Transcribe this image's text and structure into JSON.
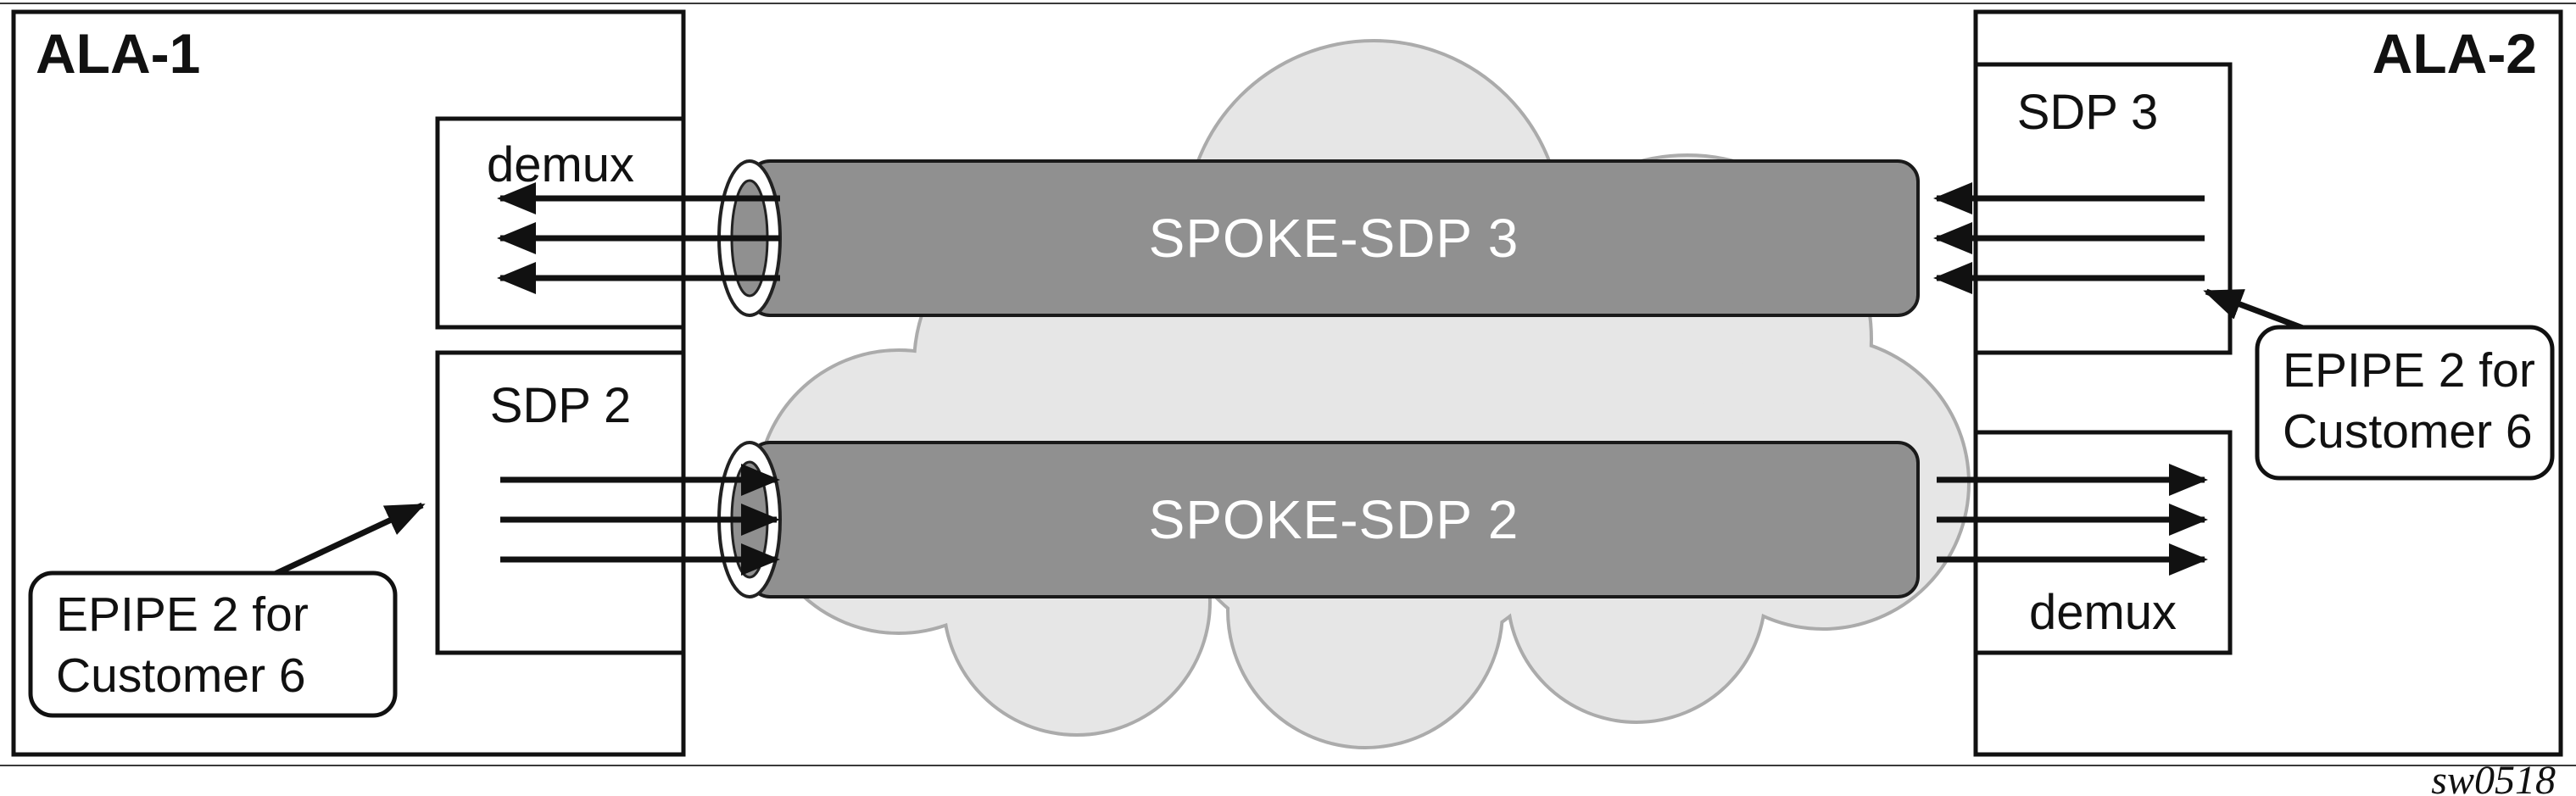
{
  "figure": {
    "code": "sw0518"
  },
  "nodes": {
    "ala1": {
      "title": "ALA-1",
      "demux_label": "demux",
      "sdp_label": "SDP 2"
    },
    "ala2": {
      "title": "ALA-2",
      "sdp_label": "SDP 3",
      "demux_label": "demux"
    }
  },
  "tubes": {
    "top": {
      "label": "SPOKE-SDP 3"
    },
    "bottom": {
      "label": "SPOKE-SDP 2"
    }
  },
  "callouts": {
    "left": {
      "line1": "EPIPE 2 for",
      "line2": "Customer 6"
    },
    "right": {
      "line1": "EPIPE 2 for",
      "line2": "Customer 6"
    }
  },
  "colors": {
    "outline": "#1a1a1a",
    "tube_fill": "#909090",
    "tube_text": "#ffffff",
    "cloud_fill": "#e6e6e6",
    "cloud_stroke": "#ababab"
  }
}
